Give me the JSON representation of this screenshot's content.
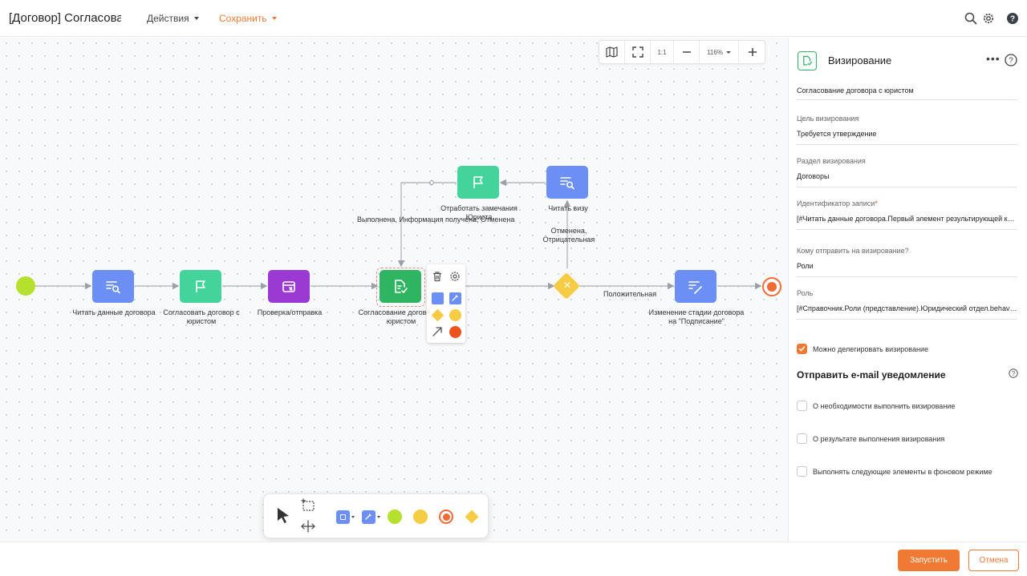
{
  "colors": {
    "accent": "#f07a33",
    "blue_task": "#6c8ff6",
    "teal_task": "#45d39c",
    "purple_task": "#9a3ad2",
    "green_task": "#2fb561",
    "start_event": "#b6e02e",
    "gateway": "#f7cc45",
    "end_event": "#f06a35"
  },
  "header": {
    "title": "[Договор] Согласовани",
    "menu_actions": "Действия",
    "menu_save": "Сохранить",
    "icons": [
      "search-icon",
      "gear-icon",
      "help-icon"
    ]
  },
  "zoom_toolbar": {
    "map_icon": "map-icon",
    "fit_icon": "fullscreen-icon",
    "one_to_one": "1:1",
    "zoom_level": "116%"
  },
  "diagram": {
    "nodes": {
      "read_contract": "Читать данные договора",
      "agree_lawyer": "Согласовать договор с юристом",
      "check_send": "Проверка/отправка",
      "approval": "Согласование договора с юристом",
      "fix_remarks": "Отработать замечания Юриста",
      "read_visa": "Читать визу",
      "change_stage": "Изменение стадии договора на \"Подписание\""
    },
    "edges": {
      "done_info": "Выполнена, Информация получена, Отменена",
      "cancel_negative": "Отменена, Отрицательная",
      "positive": "Положительная"
    }
  },
  "panel": {
    "title": "Визирование",
    "name_value": "Согласование договора с юристом",
    "fields": [
      {
        "label": "Цель визирования",
        "value": "Требуется утверждение",
        "required": false
      },
      {
        "label": "Раздел визирования",
        "value": "Договоры",
        "required": false
      },
      {
        "label": "Идентификатор записи",
        "value": "[#Читать данные договора.Первый элемент результирующей коллекции.Id#]",
        "required": true
      },
      {
        "label": "Кому отправить на визирование?",
        "value": "Роли",
        "required": false
      },
      {
        "label": "Роль",
        "value": "[#Справочник.Роли (представление).Юридический отдел.behavior#]",
        "required": false
      }
    ],
    "delegate": {
      "label": "Можно делегировать визирование",
      "checked": true
    },
    "email_section_title": "Отправить e-mail уведомление",
    "options": [
      {
        "label": "О необходимости выполнить визирование",
        "checked": false
      },
      {
        "label": "О результате выполнения визирования",
        "checked": false
      },
      {
        "label": "Выполнять следующие элементы в фоновом режиме",
        "checked": false
      }
    ]
  },
  "footer": {
    "run": "Запустить",
    "cancel": "Отмена"
  }
}
